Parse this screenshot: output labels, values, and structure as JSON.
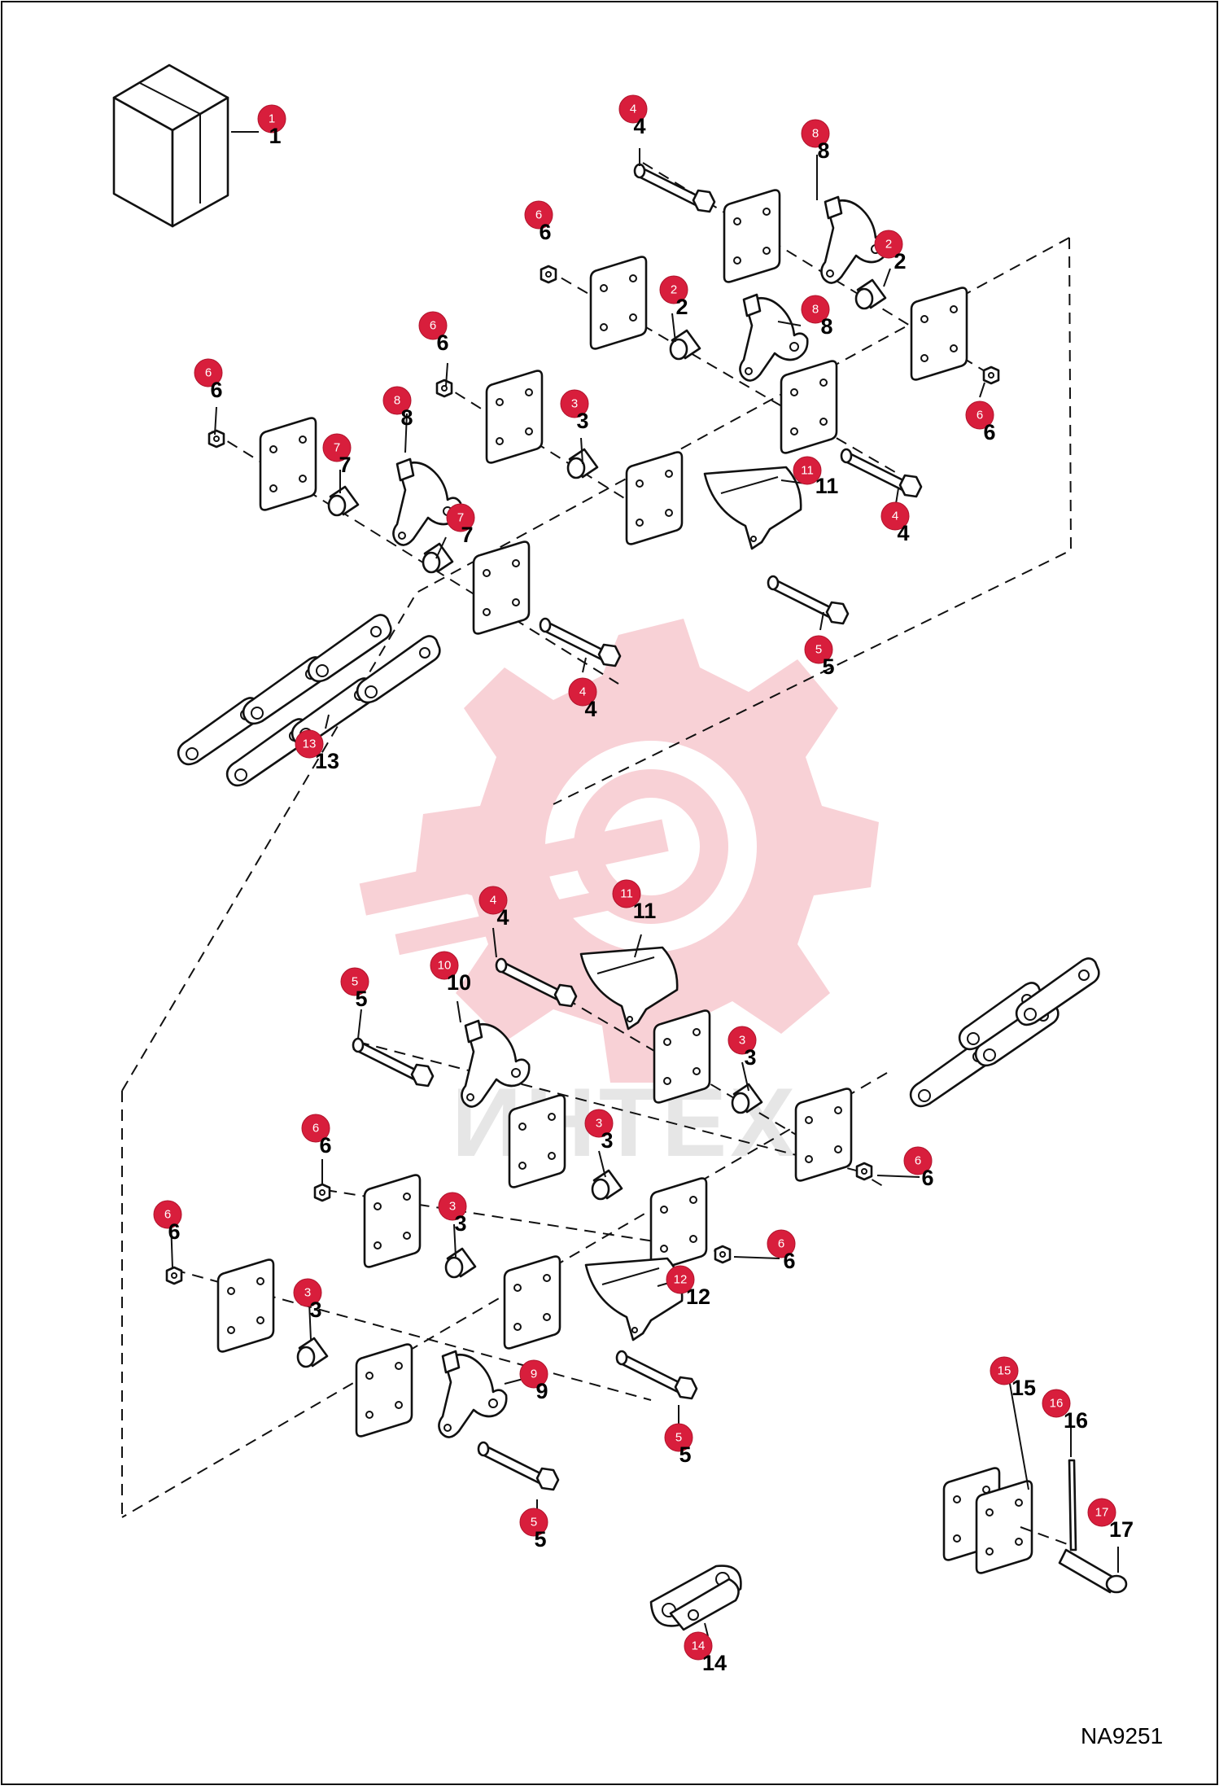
{
  "diagram": {
    "code": "NA9251",
    "watermark_text": "ИНТЕХ",
    "brand_color": "#d81e3c",
    "callouts": [
      {
        "id": "c1a",
        "label": "1",
        "num": "1"
      },
      {
        "id": "c4a",
        "label": "4",
        "num": "4"
      },
      {
        "id": "c8a",
        "label": "8",
        "num": "8"
      },
      {
        "id": "c6a",
        "label": "6",
        "num": "6"
      },
      {
        "id": "c2a",
        "label": "2",
        "num": "2"
      },
      {
        "id": "c2b",
        "label": "2",
        "num": "2"
      },
      {
        "id": "c8b",
        "label": "8",
        "num": "8"
      },
      {
        "id": "c6b",
        "label": "6",
        "num": "6"
      },
      {
        "id": "c6c",
        "label": "6",
        "num": "6"
      },
      {
        "id": "c6d",
        "label": "6",
        "num": "6"
      },
      {
        "id": "c8c",
        "label": "8",
        "num": "8"
      },
      {
        "id": "c3a",
        "label": "3",
        "num": "3"
      },
      {
        "id": "c7a",
        "label": "7",
        "num": "7"
      },
      {
        "id": "c11a",
        "label": "11",
        "num": "11"
      },
      {
        "id": "c7b",
        "label": "7",
        "num": "7"
      },
      {
        "id": "c4b",
        "label": "4",
        "num": "4"
      },
      {
        "id": "c5a",
        "label": "5",
        "num": "5"
      },
      {
        "id": "c4c",
        "label": "4",
        "num": "4"
      },
      {
        "id": "c13",
        "label": "13",
        "num": "13"
      },
      {
        "id": "c4d",
        "label": "4",
        "num": "4"
      },
      {
        "id": "c11b",
        "label": "11",
        "num": "11"
      },
      {
        "id": "c10",
        "label": "10",
        "num": "10"
      },
      {
        "id": "c5b",
        "label": "5",
        "num": "5"
      },
      {
        "id": "c3b",
        "label": "3",
        "num": "3"
      },
      {
        "id": "c3c",
        "label": "3",
        "num": "3"
      },
      {
        "id": "c6e",
        "label": "6",
        "num": "6"
      },
      {
        "id": "c6f",
        "label": "6",
        "num": "6"
      },
      {
        "id": "c3d",
        "label": "3",
        "num": "3"
      },
      {
        "id": "c6g",
        "label": "6",
        "num": "6"
      },
      {
        "id": "c6h",
        "label": "6",
        "num": "6"
      },
      {
        "id": "c12",
        "label": "12",
        "num": "12"
      },
      {
        "id": "c3e",
        "label": "3",
        "num": "3"
      },
      {
        "id": "c9",
        "label": "9",
        "num": "9"
      },
      {
        "id": "c5c",
        "label": "5",
        "num": "5"
      },
      {
        "id": "c5d",
        "label": "5",
        "num": "5"
      },
      {
        "id": "c15",
        "label": "15",
        "num": "15"
      },
      {
        "id": "c16",
        "label": "16",
        "num": "16"
      },
      {
        "id": "c17",
        "label": "17",
        "num": "17"
      },
      {
        "id": "c14",
        "label": "14",
        "num": "14"
      }
    ]
  }
}
